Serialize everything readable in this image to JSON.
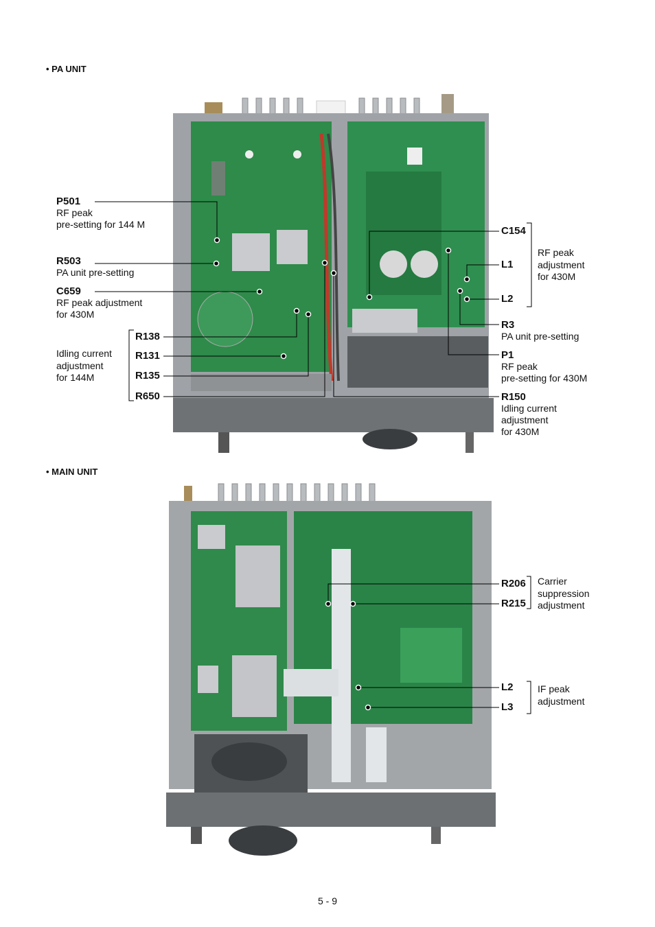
{
  "pa_unit": {
    "title": "• PA UNIT",
    "p501": {
      "code": "P501",
      "desc": "RF peak\npre-setting for 144 M"
    },
    "r503": {
      "code": "R503",
      "desc": "PA unit pre-setting"
    },
    "c659": {
      "code": "C659",
      "desc": "RF peak adjustment\nfor 430M"
    },
    "idling_144": "Idling current\nadjustment\nfor 144M",
    "r138": "R138",
    "r131": "R131",
    "r135": "R135",
    "r650": "R650",
    "c154": "C154",
    "l1": "L1",
    "l2": "L2",
    "rf_peak_430": "RF peak\nadjustment\nfor 430M",
    "r3": {
      "code": "R3",
      "desc": "PA unit pre-setting"
    },
    "p1": {
      "code": "P1",
      "desc": "RF peak\npre-setting for 430M"
    },
    "r150": {
      "code": "R150",
      "desc": "Idling current\nadjustment\nfor 430M"
    }
  },
  "main_unit": {
    "title": "• MAIN UNIT",
    "r206": "R206",
    "r215": "R215",
    "carrier": "Carrier\nsuppression\nadjustment",
    "l2": "L2",
    "l3": "L3",
    "if_peak": "IF peak\nadjustment"
  },
  "page_number": "5 - 9"
}
